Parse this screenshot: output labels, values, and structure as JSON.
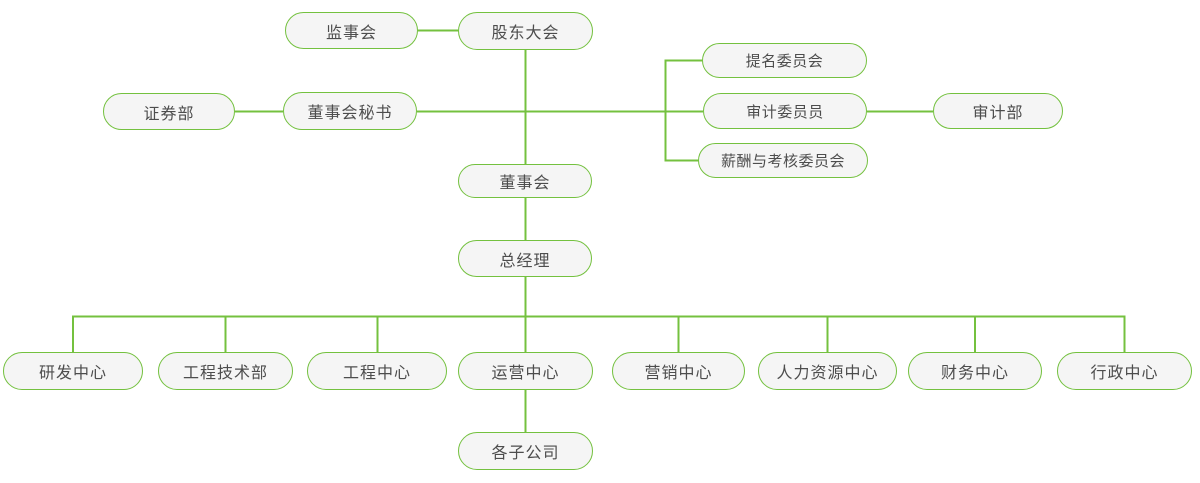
{
  "diagram": {
    "type": "org-chart",
    "nodes": {
      "supervisory_board": "监事会",
      "shareholders_meeting": "股东大会",
      "securities_dept": "证券部",
      "board_secretary": "董事会秘书",
      "nomination_committee": "提名委员会",
      "audit_committee": "审计委员员",
      "remuneration_committee": "薪酬与考核委员会",
      "audit_dept": "审计部",
      "board_of_directors": "董事会",
      "general_manager": "总经理",
      "rd_center": "研发中心",
      "engineering_tech_dept": "工程技术部",
      "engineering_center": "工程中心",
      "operations_center": "运营中心",
      "marketing_center": "营销中心",
      "hr_center": "人力资源中心",
      "finance_center": "财务中心",
      "admin_center": "行政中心",
      "subsidiaries": "各子公司"
    },
    "edges": [
      [
        "监事会",
        "股东大会"
      ],
      [
        "股东大会",
        "董事会"
      ],
      [
        "证券部",
        "董事会秘书"
      ],
      [
        "董事会秘书",
        "董事会"
      ],
      [
        "董事会",
        "提名委员会"
      ],
      [
        "董事会",
        "审计委员员"
      ],
      [
        "董事会",
        "薪酬与考核委员会"
      ],
      [
        "审计委员员",
        "审计部"
      ],
      [
        "董事会",
        "总经理"
      ],
      [
        "总经理",
        "研发中心"
      ],
      [
        "总经理",
        "工程技术部"
      ],
      [
        "总经理",
        "工程中心"
      ],
      [
        "总经理",
        "运营中心"
      ],
      [
        "总经理",
        "营销中心"
      ],
      [
        "总经理",
        "人力资源中心"
      ],
      [
        "总经理",
        "财务中心"
      ],
      [
        "总经理",
        "行政中心"
      ],
      [
        "运营中心",
        "各子公司"
      ]
    ],
    "colors": {
      "line": "#74c13f",
      "node_border": "#74c13f",
      "node_fill": "#f5f5f5",
      "text": "#4d4d4d",
      "background": "#ffffff"
    }
  }
}
